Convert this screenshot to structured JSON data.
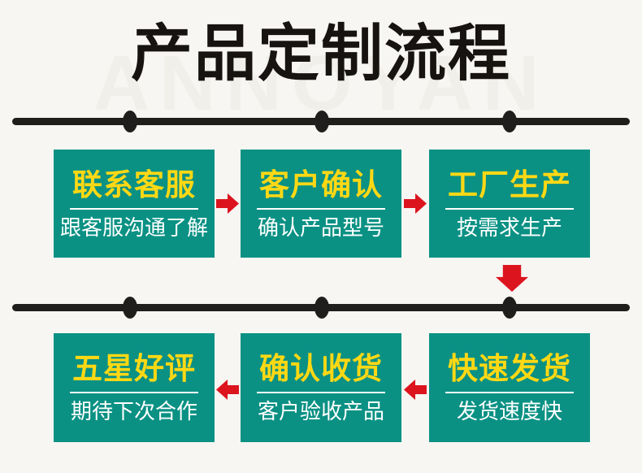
{
  "page": {
    "title": "产品定制流程",
    "watermark": "ANNOYAN"
  },
  "colors": {
    "background": "#f7f6f2",
    "heading_text": "#161310",
    "watermark_text": "#f0efea",
    "timeline": "#201e1c",
    "step_fill": "#0a9184",
    "step_title": "#ffd814",
    "step_subtitle": "#ffffff",
    "step_divider": "#ffffff",
    "arrow": "#dc141e"
  },
  "flow": {
    "rows": [
      {
        "name": "top-row",
        "flow_direction": "left-to-right",
        "steps": [
          {
            "title": "联系客服",
            "subtitle": "跟客服沟通了解"
          },
          {
            "title": "客户确认",
            "subtitle": "确认产品型号"
          },
          {
            "title": "工厂生产",
            "subtitle": "按需求生产"
          }
        ]
      },
      {
        "name": "bottom-row",
        "flow_direction": "right-to-left",
        "steps": [
          {
            "title": "五星好评",
            "subtitle": "期待下次合作"
          },
          {
            "title": "确认收货",
            "subtitle": "客户验收产品"
          },
          {
            "title": "快速发货",
            "subtitle": "发货速度快"
          }
        ]
      }
    ],
    "connectors": [
      {
        "icon": "arrow-right-icon",
        "from": "联系客服",
        "to": "客户确认"
      },
      {
        "icon": "arrow-right-icon",
        "from": "客户确认",
        "to": "工厂生产"
      },
      {
        "icon": "arrow-down-icon",
        "from": "工厂生产",
        "to": "快速发货"
      },
      {
        "icon": "arrow-left-icon",
        "from": "快速发货",
        "to": "确认收货"
      },
      {
        "icon": "arrow-left-icon",
        "from": "确认收货",
        "to": "五星好评"
      }
    ]
  }
}
